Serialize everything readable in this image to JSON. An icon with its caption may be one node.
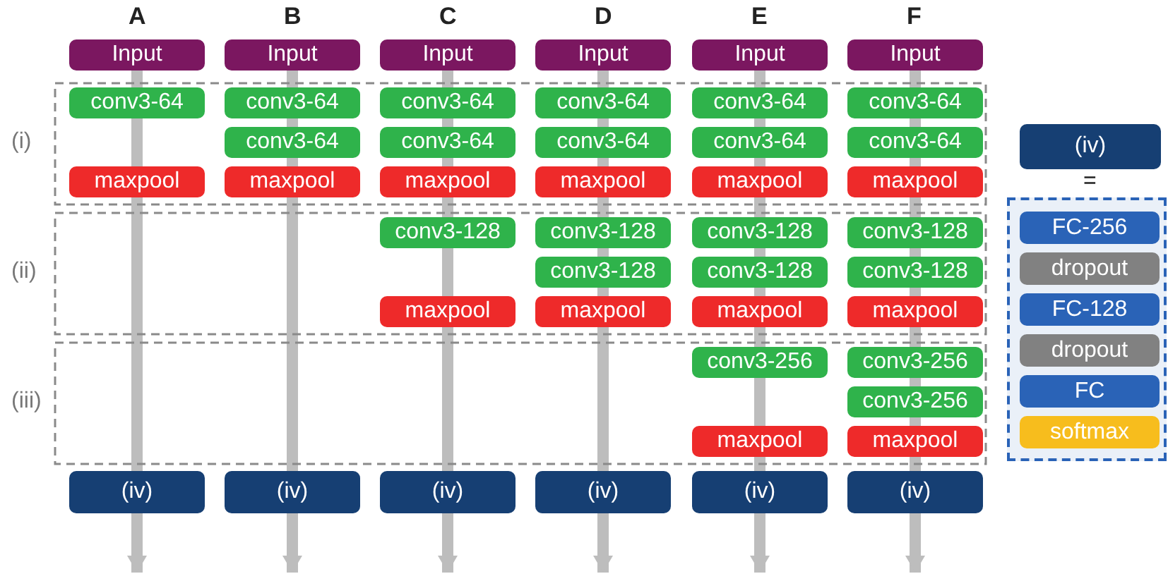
{
  "diagram": {
    "nodes": [
      {
        "text": [
          "Input"
        ]
      },
      {
        "text": [
          "Input"
        ]
      },
      {
        "text": [
          "Input"
        ]
      },
      {
        "text": [
          "Input"
        ]
      },
      {
        "text": [
          "Input"
        ]
      },
      {
        "text": [
          "Input"
        ]
      },
      {
        "text": [
          "(i)"
        ]
      },
      {
        "text": [
          "conv3-64"
        ],
        "in": 6
      },
      {
        "text": [
          "conv3-64"
        ],
        "in": 6
      },
      {
        "text": [
          "conv3-64"
        ],
        "in": 6
      },
      {
        "text": [
          "conv3-64"
        ],
        "in": 6
      },
      {
        "text": [
          "conv3-64"
        ],
        "in": 6
      },
      {
        "text": [
          "conv3-64"
        ],
        "in": 6
      },
      {
        "text": [
          "conv3-64"
        ],
        "in": 6
      },
      {
        "text": [
          "conv3-64"
        ],
        "in": 6
      },
      {
        "text": [
          "conv3-64"
        ],
        "in": 6
      },
      {
        "text": [
          "conv3-64"
        ],
        "in": 6
      },
      {
        "text": [
          "conv3-64"
        ],
        "in": 6
      },
      {
        "text": [
          "maxpool"
        ],
        "in": 6
      },
      {
        "text": [
          "maxpool"
        ],
        "in": 6
      },
      {
        "text": [
          "maxpool"
        ],
        "in": 6
      },
      {
        "text": [
          "maxpool"
        ],
        "in": 6
      },
      {
        "text": [
          "maxpool"
        ],
        "in": 6
      },
      {
        "text": [
          "maxpool"
        ],
        "in": 6
      },
      {
        "text": [
          "(ii)"
        ]
      },
      {
        "text": [
          "conv3-128"
        ],
        "in": 24
      },
      {
        "text": [
          "conv3-128"
        ],
        "in": 24
      },
      {
        "text": [
          "conv3-128"
        ],
        "in": 24
      },
      {
        "text": [
          "conv3-128"
        ],
        "in": 24
      },
      {
        "text": [
          "conv3-128"
        ],
        "in": 24
      },
      {
        "text": [
          "conv3-128"
        ],
        "in": 24
      },
      {
        "text": [
          "conv3-128"
        ],
        "in": 24
      },
      {
        "text": [
          "maxpool"
        ],
        "in": 24
      },
      {
        "text": [
          "maxpool"
        ],
        "in": 24
      },
      {
        "text": [
          "maxpool"
        ],
        "in": 24
      },
      {
        "text": [
          "maxpool"
        ],
        "in": 24
      },
      {
        "text": [
          "(iii)"
        ]
      },
      {
        "text": [
          "conv3-256"
        ],
        "in": 36
      },
      {
        "text": [
          "conv3-256"
        ],
        "in": 36
      },
      {
        "text": [
          "conv3-256"
        ],
        "in": 36
      },
      {
        "text": [
          "maxpool"
        ],
        "in": 36
      },
      {
        "text": [
          "maxpool"
        ],
        "in": 36
      },
      {
        "text": [
          "(iv)"
        ]
      },
      {
        "text": [
          "(iv)"
        ]
      },
      {
        "text": [
          "(iv)"
        ]
      },
      {
        "text": [
          "(iv)"
        ]
      },
      {
        "text": [
          "(iv)"
        ]
      },
      {
        "text": [
          "(iv)"
        ]
      },
      {
        "text": [
          "(iv)"
        ]
      },
      {
        "text": [],
        "shape": "box"
      },
      {
        "text": [
          "FC-256"
        ],
        "in": 49
      },
      {
        "text": [
          "dropout"
        ],
        "in": 49
      },
      {
        "text": [
          "FC-128"
        ],
        "in": 49
      },
      {
        "text": [
          "dropout"
        ],
        "in": 49
      },
      {
        "text": [
          "FC"
        ],
        "in": 49
      },
      {
        "text": [
          "softmax"
        ],
        "in": 49
      }
    ],
    "edges": [
      {
        "from": 0,
        "to": 7,
        "arrow": "none"
      },
      {
        "from": 7,
        "to": 18,
        "arrow": "none"
      },
      {
        "from": 18,
        "to": 42,
        "arrow": "none"
      },
      {
        "from": 1,
        "to": 8,
        "arrow": "none"
      },
      {
        "from": 8,
        "to": 13,
        "arrow": "none"
      },
      {
        "from": 13,
        "to": 19,
        "arrow": "none"
      },
      {
        "from": 19,
        "to": 43,
        "arrow": "none"
      },
      {
        "from": 2,
        "to": 9,
        "arrow": "none"
      },
      {
        "from": 9,
        "to": 14,
        "arrow": "none"
      },
      {
        "from": 14,
        "to": 20,
        "arrow": "none"
      },
      {
        "from": 20,
        "to": 25,
        "arrow": "none"
      },
      {
        "from": 25,
        "to": 32,
        "arrow": "none"
      },
      {
        "from": 32,
        "to": 44,
        "arrow": "none"
      },
      {
        "from": 3,
        "to": 10,
        "arrow": "none"
      },
      {
        "from": 10,
        "to": 15,
        "arrow": "none"
      },
      {
        "from": 15,
        "to": 21,
        "arrow": "none"
      },
      {
        "from": 21,
        "to": 26,
        "arrow": "none"
      },
      {
        "from": 26,
        "to": 29,
        "arrow": "none"
      },
      {
        "from": 29,
        "to": 33,
        "arrow": "none"
      },
      {
        "from": 33,
        "to": 45,
        "arrow": "none"
      },
      {
        "from": 4,
        "to": 11,
        "arrow": "none"
      },
      {
        "from": 11,
        "to": 16,
        "arrow": "none"
      },
      {
        "from": 16,
        "to": 22,
        "arrow": "none"
      },
      {
        "from": 22,
        "to": 27,
        "arrow": "none"
      },
      {
        "from": 27,
        "to": 30,
        "arrow": "none"
      },
      {
        "from": 30,
        "to": 34,
        "arrow": "none"
      },
      {
        "from": 34,
        "to": 37,
        "arrow": "none"
      },
      {
        "from": 37,
        "to": 40,
        "arrow": "none"
      },
      {
        "from": 40,
        "to": 46,
        "arrow": "none"
      },
      {
        "from": 5,
        "to": 12,
        "arrow": "none"
      },
      {
        "from": 12,
        "to": 17,
        "arrow": "none"
      },
      {
        "from": 17,
        "to": 23,
        "arrow": "none"
      },
      {
        "from": 23,
        "to": 28,
        "arrow": "none"
      },
      {
        "from": 28,
        "to": 31,
        "arrow": "none"
      },
      {
        "from": 31,
        "to": 35,
        "arrow": "none"
      },
      {
        "from": 35,
        "to": 38,
        "arrow": "none"
      },
      {
        "from": 38,
        "to": 39,
        "arrow": "none"
      },
      {
        "from": 39,
        "to": 41,
        "arrow": "none"
      },
      {
        "from": 41,
        "to": 47,
        "arrow": "none"
      },
      {
        "from": 42,
        "to": null,
        "arrow": "to"
      },
      {
        "from": 43,
        "to": null,
        "arrow": "to"
      },
      {
        "from": 44,
        "to": null,
        "arrow": "to"
      },
      {
        "from": 45,
        "to": null,
        "arrow": "to"
      },
      {
        "from": 46,
        "to": null,
        "arrow": "to"
      },
      {
        "from": 47,
        "to": null,
        "arrow": "to"
      }
    ],
    "labels": [
      "A",
      "B",
      "C",
      "D",
      "E",
      "F",
      "="
    ]
  }
}
